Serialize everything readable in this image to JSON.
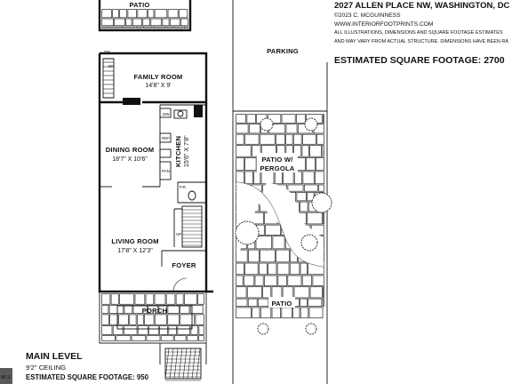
{
  "header": {
    "address": "2027 ALLEN PLACE NW, WASHINGTON, DC",
    "copyright": "©2023 C. MCGUINNESS",
    "website": "WWW.INTERIORFOOTPRINTS.COM",
    "disclaimer_line1": "ALL ILLUSTRATIONS, DIMENSIONS AND SQUARE FOOTAGE ESTIMATES",
    "disclaimer_line2": "AND MAY VARY FROM ACTUAL STRUCTURE. DIMENSIONS HAVE BEEN RA",
    "total_sqft": "ESTIMATED SQUARE FOOTAGE: 2700"
  },
  "rooms": {
    "patio_top": "PATIO",
    "family_room": "FAMILY ROOM",
    "family_room_dim": "14'8\" X 9'",
    "dining_room": "DINING ROOM",
    "dining_room_dim": "18'7\" X 10'6\"",
    "kitchen": "KITCHEN",
    "kitchen_dim": "15'6\" X 7'8\"",
    "powder_room": "P.R.",
    "living_room": "LIVING ROOM",
    "living_room_dim": "17'8\" X 12'3\"",
    "foyer": "FOYER",
    "porch": "PORCH",
    "parking": "PARKING",
    "patio_pergola": "PATIO W/",
    "patio_pergola_2": "PERGOLA",
    "patio_lower": "PATIO"
  },
  "small_labels": {
    "dw": "DW",
    "ref": "REF",
    "pan": "PAN",
    "up": "UP",
    "dn": "DN",
    "on": "ON"
  },
  "footer": {
    "level": "MAIN LEVEL",
    "ceiling": "9'2\" CEILING",
    "level_sqft": "ESTIMATED SQUARE FOOTAGE: 950"
  },
  "badge": {
    "text": "MLS"
  }
}
